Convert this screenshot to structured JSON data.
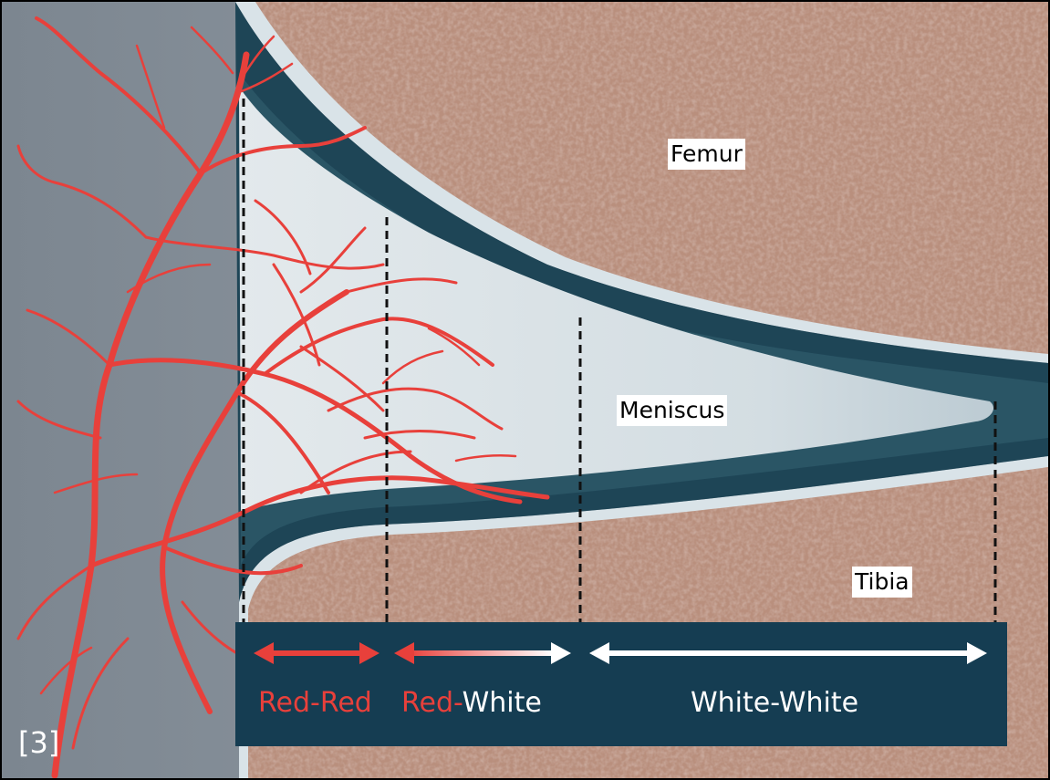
{
  "labels": {
    "femur": "Femur",
    "meniscus": "Meniscus",
    "tibia": "Tibia"
  },
  "zones": {
    "red_red": {
      "part1": "Red-Red"
    },
    "red_white": {
      "part1": "Red-",
      "part2": "White"
    },
    "white_white": {
      "part1": "White-White"
    }
  },
  "citation": "[3]",
  "colors": {
    "vessel_red": "#e8403b",
    "bone": "#b98f7d",
    "cartilage_dark": "#1e4556",
    "meniscus_light": "#d9e2e7",
    "background_gray": "#8e97a0",
    "zone_bar": "#153d52"
  }
}
